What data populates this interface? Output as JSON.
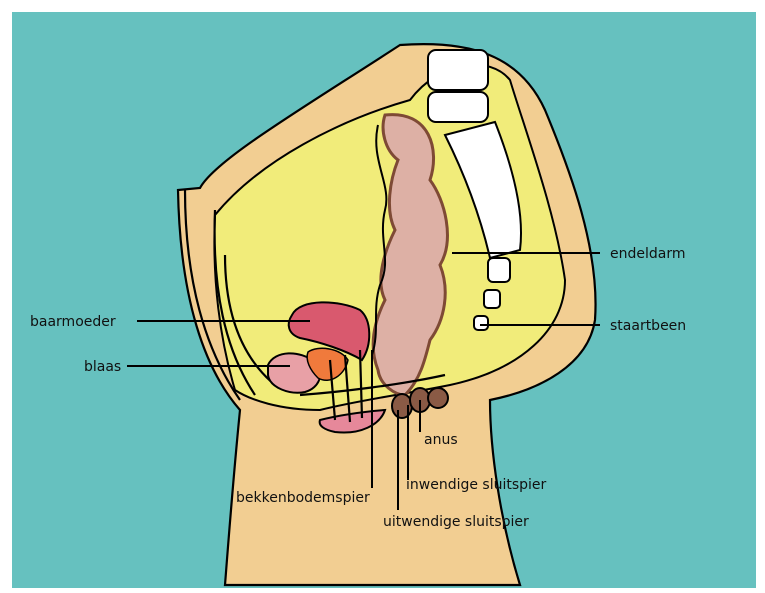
{
  "colors": {
    "background": "#66c1bf",
    "skin": "#f2ce92",
    "cavity": "#f1ec7a",
    "rectum": "#ddb0a5",
    "rectum_edge": "#7e4a35",
    "bone": "#ffffff",
    "uterus": "#d9596e",
    "bladder": "#e8a0a6",
    "bladder_inner": "#f07a3c",
    "pelvic_floor": "#e6889a",
    "sphincter": "#8a5a45"
  },
  "labels": {
    "uterus": "baarmoeder",
    "bladder": "blaas",
    "rectum": "endeldarm",
    "coccyx": "staartbeen",
    "anus": "anus",
    "internal_sphincter": "inwendige sluitspier",
    "pelvic_floor_muscle": "bekkenbodemspier",
    "external_sphincter": "uitwendige  sluitspier"
  }
}
